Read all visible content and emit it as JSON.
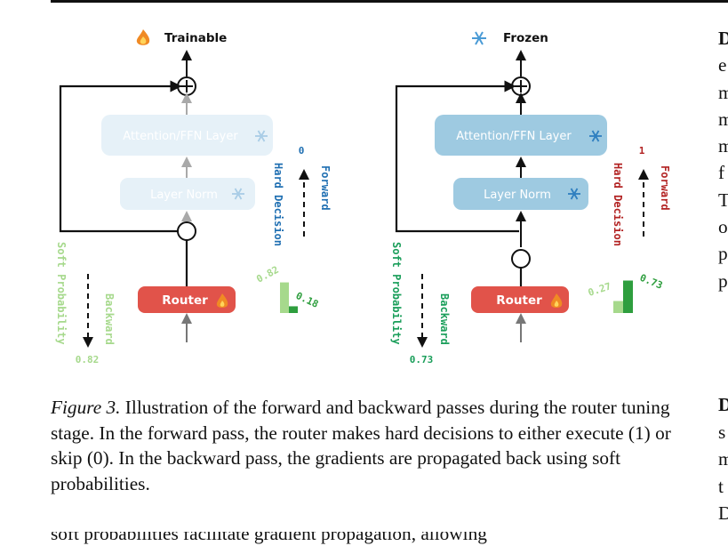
{
  "figure": {
    "left": {
      "title": "Trainable",
      "title_icon": "fire-icon",
      "attention_label": "Attention/FFN Layer",
      "norm_label": "Layer Norm",
      "router_label": "Router",
      "hard_decision_label": "Hard Decision",
      "hard_decision_value": "0",
      "forward_label": "Forward",
      "soft_probability_label": "Soft Probability",
      "backward_label": "Backward",
      "backward_value": "0.82",
      "bar_left_value": "0.82",
      "bar_right_value": "0.18",
      "bars": [
        0.82,
        0.18
      ]
    },
    "right": {
      "title": "Frozen",
      "title_icon": "snowflake-icon",
      "attention_label": "Attention/FFN Layer",
      "norm_label": "Layer Norm",
      "router_label": "Router",
      "hard_decision_label": "Hard Decision",
      "hard_decision_value": "1",
      "forward_label": "Forward",
      "soft_probability_label": "Soft Probability",
      "backward_label": "Backward",
      "backward_value": "0.73",
      "bar_left_value": "0.27",
      "bar_right_value": "0.73",
      "bars": [
        0.27,
        0.73
      ]
    },
    "colors": {
      "router": "#e1534a",
      "blue_box": "#9ecae1",
      "pale_box": "#e6f1f8",
      "blue_text": "#1f6fb2",
      "red_text": "#b22222",
      "green_light": "#a6d98c",
      "green_dark": "#2e9e3e",
      "green_text": "#1a9e5a"
    }
  },
  "caption": {
    "label": "Figure 3.",
    "text": " Illustration of the forward and backward passes during the router tuning stage. In the forward pass, the router makes hard decisions to either execute (1) or skip (0). In the backward pass, the gradients are propagated back using soft probabilities."
  },
  "body_text": {
    "cut_line": "soft probabilities facilitate gradient propagation, allowing"
  },
  "right_column": {
    "lines": [
      "D",
      "e",
      "m",
      "m",
      "m",
      "f",
      "T",
      "o",
      "p",
      "p"
    ],
    "lines_lower": [
      "D",
      "s",
      "m",
      "t",
      "D"
    ]
  }
}
